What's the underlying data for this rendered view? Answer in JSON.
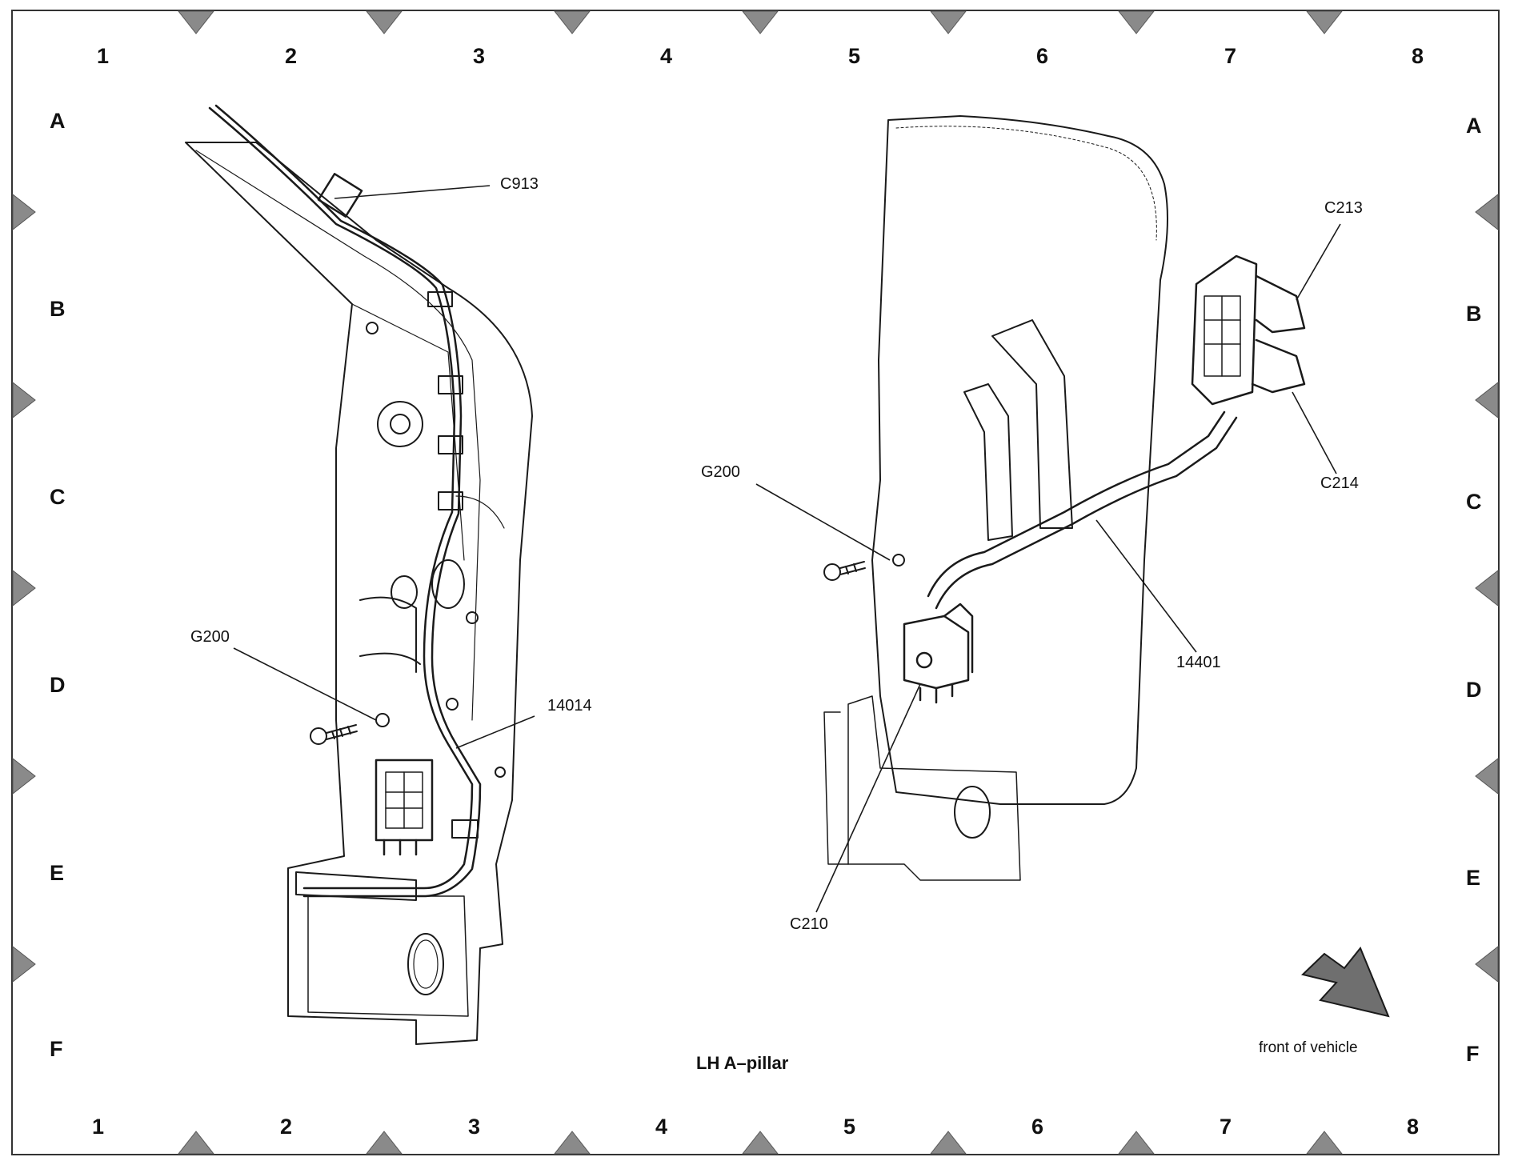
{
  "grid": {
    "columns": [
      "1",
      "2",
      "3",
      "4",
      "5",
      "6",
      "7",
      "8"
    ],
    "rows": [
      "A",
      "B",
      "C",
      "D",
      "E",
      "F"
    ]
  },
  "callouts": {
    "c913": "C913",
    "g200_left": "G200",
    "n14014": "14014",
    "g200_right": "G200",
    "c213": "C213",
    "c214": "C214",
    "n14401": "14401",
    "c210": "C210"
  },
  "caption": "LH A–pillar",
  "orientation": {
    "label": "front of vehicle",
    "arrow_icon": "front-of-vehicle-arrow-icon"
  },
  "colors": {
    "line": "#1a1a1a",
    "arrow_fill": "#6f6f6f",
    "marker_fill": "#8a8a8a"
  }
}
